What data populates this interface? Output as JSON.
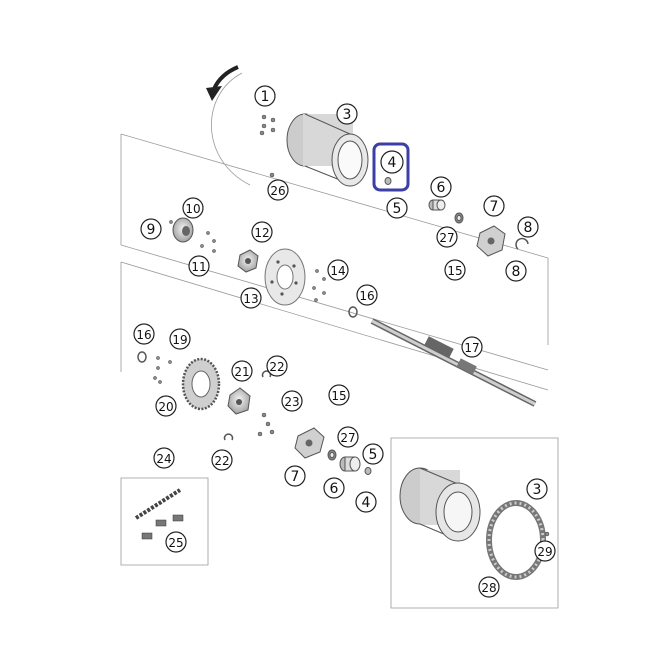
{
  "diagram": {
    "highlight_color": "#3b3fa6",
    "callouts": [
      {
        "id": "c1",
        "label": "1"
      },
      {
        "id": "c3a",
        "label": "3"
      },
      {
        "id": "c4a",
        "label": "4",
        "highlighted": true
      },
      {
        "id": "c5a",
        "label": "5"
      },
      {
        "id": "c26",
        "label": "26"
      },
      {
        "id": "c6a",
        "label": "6"
      },
      {
        "id": "c7a",
        "label": "7"
      },
      {
        "id": "c8a",
        "label": "8"
      },
      {
        "id": "c8b",
        "label": "8"
      },
      {
        "id": "c27a",
        "label": "27"
      },
      {
        "id": "c15a",
        "label": "15"
      },
      {
        "id": "c9",
        "label": "9"
      },
      {
        "id": "c10",
        "label": "10"
      },
      {
        "id": "c11",
        "label": "11"
      },
      {
        "id": "c12",
        "label": "12"
      },
      {
        "id": "c13",
        "label": "13"
      },
      {
        "id": "c14",
        "label": "14"
      },
      {
        "id": "c16a",
        "label": "16"
      },
      {
        "id": "c17",
        "label": "17"
      },
      {
        "id": "c16b",
        "label": "16"
      },
      {
        "id": "c19",
        "label": "19"
      },
      {
        "id": "c20",
        "label": "20"
      },
      {
        "id": "c21",
        "label": "21"
      },
      {
        "id": "c22a",
        "label": "22"
      },
      {
        "id": "c23",
        "label": "23"
      },
      {
        "id": "c22b",
        "label": "22"
      },
      {
        "id": "c15b",
        "label": "15"
      },
      {
        "id": "c27b",
        "label": "27"
      },
      {
        "id": "c5b",
        "label": "5"
      },
      {
        "id": "c7b",
        "label": "7"
      },
      {
        "id": "c6b",
        "label": "6"
      },
      {
        "id": "c4b",
        "label": "4"
      },
      {
        "id": "c24",
        "label": "24"
      },
      {
        "id": "c25",
        "label": "25"
      },
      {
        "id": "c3b",
        "label": "3"
      },
      {
        "id": "c29",
        "label": "29"
      },
      {
        "id": "c28",
        "label": "28"
      }
    ]
  }
}
